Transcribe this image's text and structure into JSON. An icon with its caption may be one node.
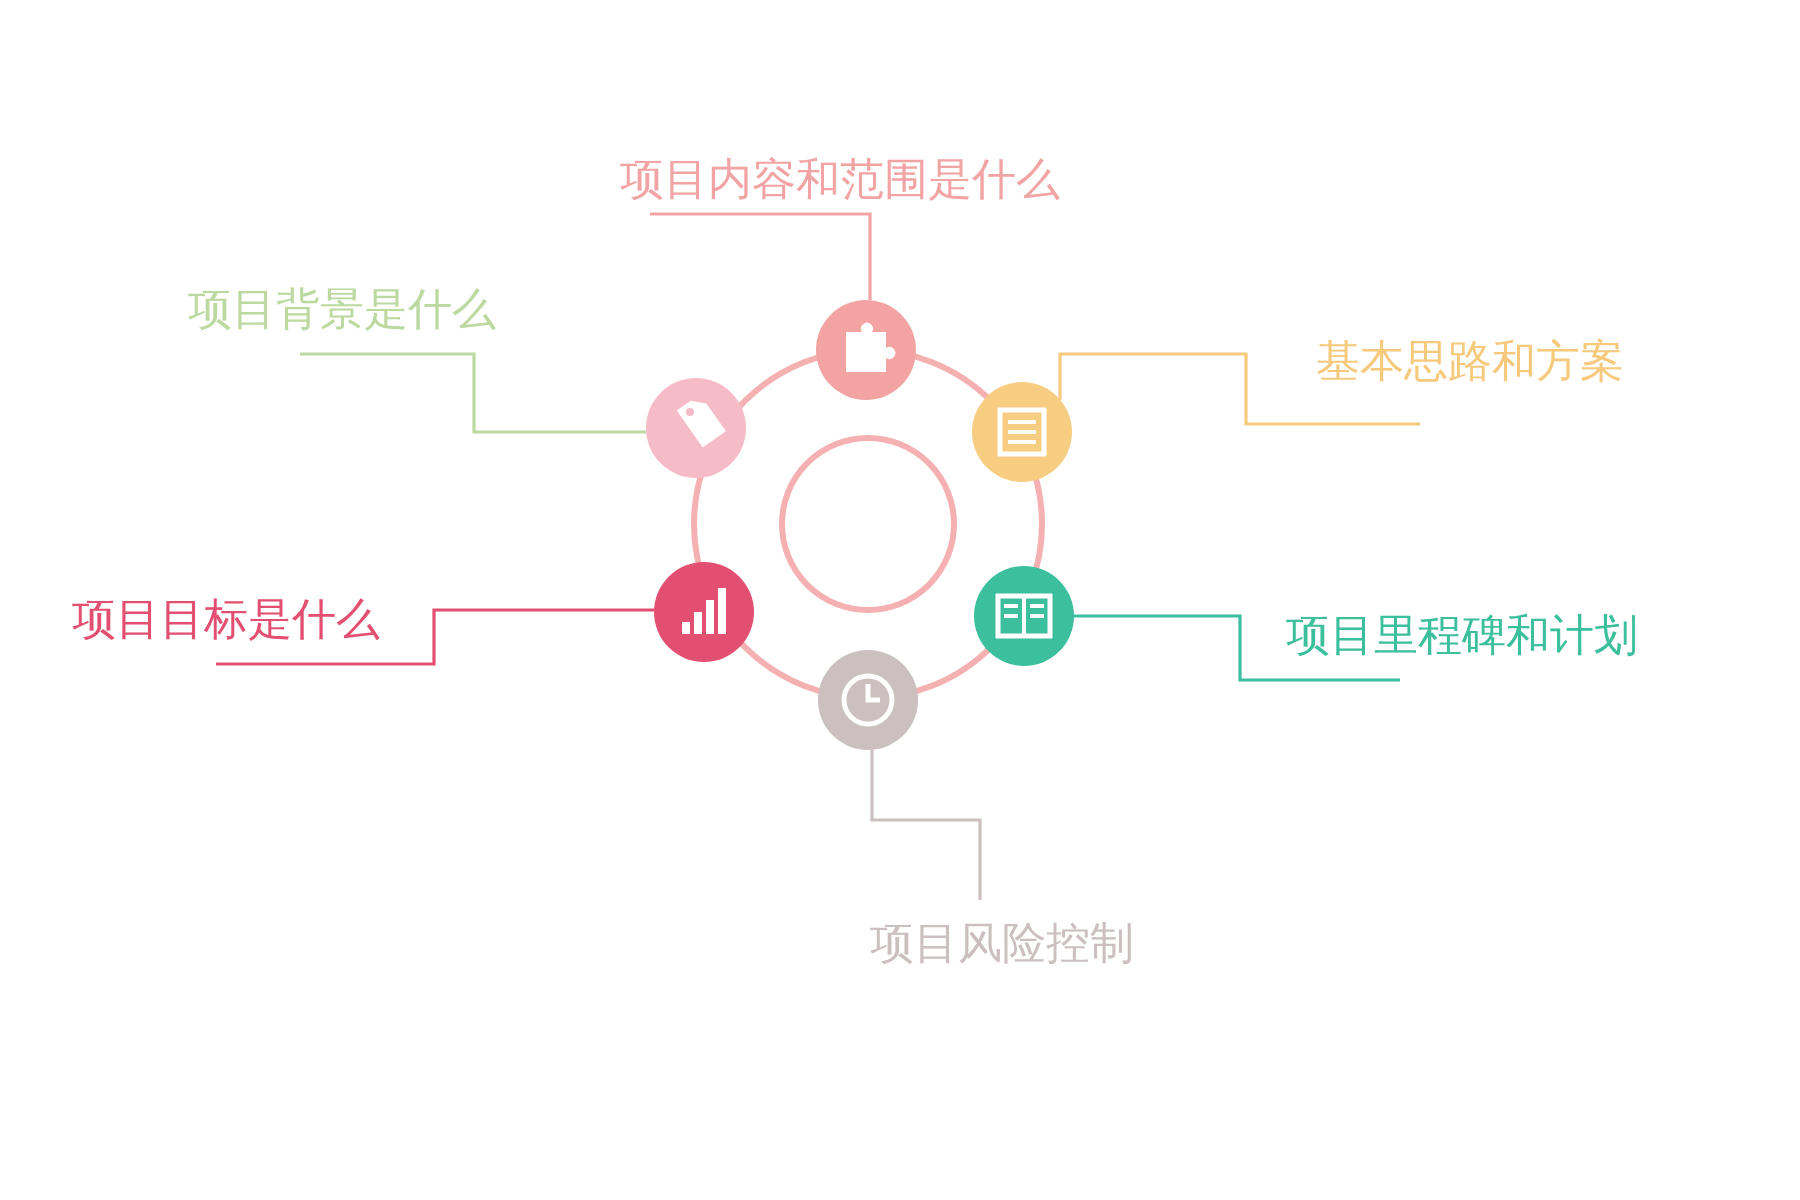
{
  "diagram": {
    "nodes": [
      {
        "text": [
          "项目内容和范围是什么"
        ]
      },
      {
        "text": [
          "项目背景是什么"
        ]
      },
      {
        "text": [
          "基本思路和方案"
        ]
      },
      {
        "text": [
          "项目目标是什么"
        ]
      },
      {
        "text": [
          "项目里程碑和计划"
        ]
      },
      {
        "text": [
          "项目风险控制"
        ]
      },
      {
        "text": [],
        "shape": "picture"
      },
      {
        "text": [],
        "shape": "picture"
      },
      {
        "text": [],
        "shape": "picture"
      },
      {
        "text": [],
        "shape": "picture"
      },
      {
        "text": [],
        "shape": "picture"
      },
      {
        "text": [],
        "shape": "picture"
      }
    ],
    "edges": [
      {
        "from": 0,
        "to": 6,
        "arrow": "none",
        "color": "#f2a3a3"
      },
      {
        "from": 1,
        "to": 7,
        "arrow": "none",
        "color": "#bcd9a0"
      },
      {
        "from": 2,
        "to": 8,
        "arrow": "none",
        "color": "#f6c97c"
      },
      {
        "from": 3,
        "to": 9,
        "arrow": "none",
        "color": "#e24f70"
      },
      {
        "from": 4,
        "to": 10,
        "arrow": "none",
        "color": "#3cbf9c"
      },
      {
        "from": 5,
        "to": 11,
        "arrow": "none",
        "color": "#cbbfbf"
      }
    ]
  }
}
